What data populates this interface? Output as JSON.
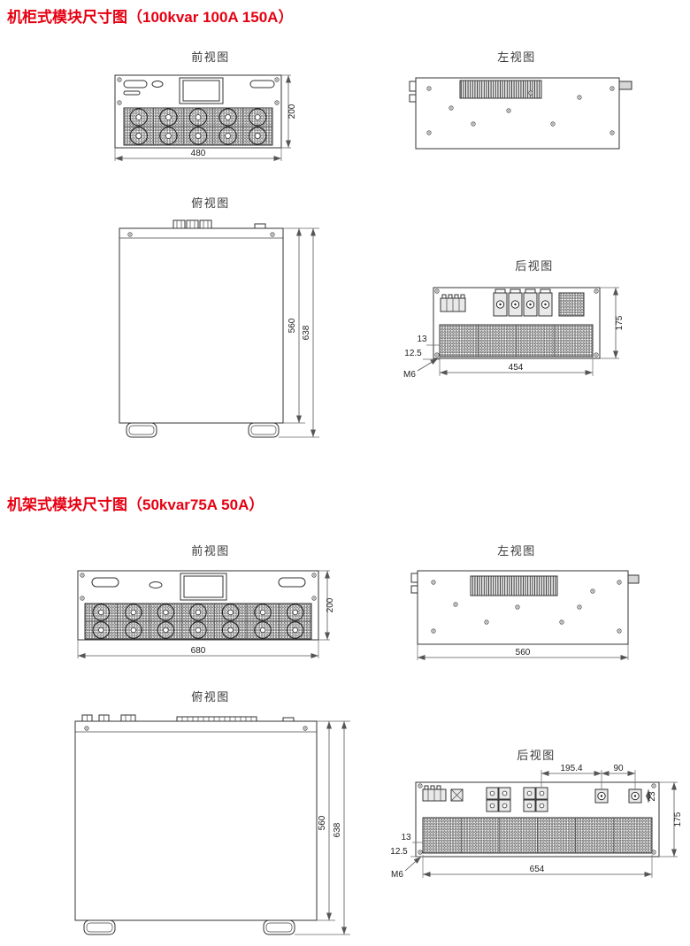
{
  "colors": {
    "accent": "#e60012",
    "line": "#333333"
  },
  "section1": {
    "title": "机柜式模块尺寸图（100kvar 100A 150A）",
    "front": {
      "label": "前视图",
      "width": "480",
      "height": "200"
    },
    "left": {
      "label": "左视图"
    },
    "top": {
      "label": "俯视图",
      "body_depth": "560",
      "overall_depth": "638"
    },
    "rear": {
      "label": "后视图",
      "vent_width": "454",
      "height": "175",
      "offset_a": "13",
      "offset_b": "12.5",
      "mount_hole": "M6"
    }
  },
  "section2": {
    "title": "机架式模块尺寸图（50kvar75A 50A）",
    "front": {
      "label": "前视图",
      "width": "680",
      "height": "200"
    },
    "left": {
      "label": "左视图",
      "depth": "560"
    },
    "top": {
      "label": "俯视图",
      "body_depth": "560",
      "overall_depth": "638"
    },
    "rear": {
      "label": "后视图",
      "vent_width": "654",
      "height": "175",
      "offset_a": "13",
      "offset_b": "12.5",
      "mount_hole": "M6",
      "pitch_a": "195.4",
      "pitch_b": "90",
      "term_w": "23"
    }
  }
}
